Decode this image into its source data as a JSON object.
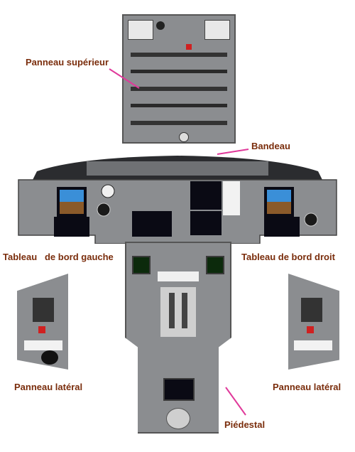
{
  "labels": {
    "overhead": "Panneau supérieur",
    "glareshield": "Bandeau",
    "left_panel": "Tableau   de bord gauche",
    "right_panel": "Tableau de bord droit",
    "left_side": "Panneau latéral",
    "right_side": "Panneau latéral",
    "pedestal": "Piédestal"
  },
  "colors": {
    "label_text": "#7a2d0c",
    "leader_line": "#e0399a",
    "panel_grey": "#8b8d90",
    "frame_dark": "#2b2c2f"
  }
}
